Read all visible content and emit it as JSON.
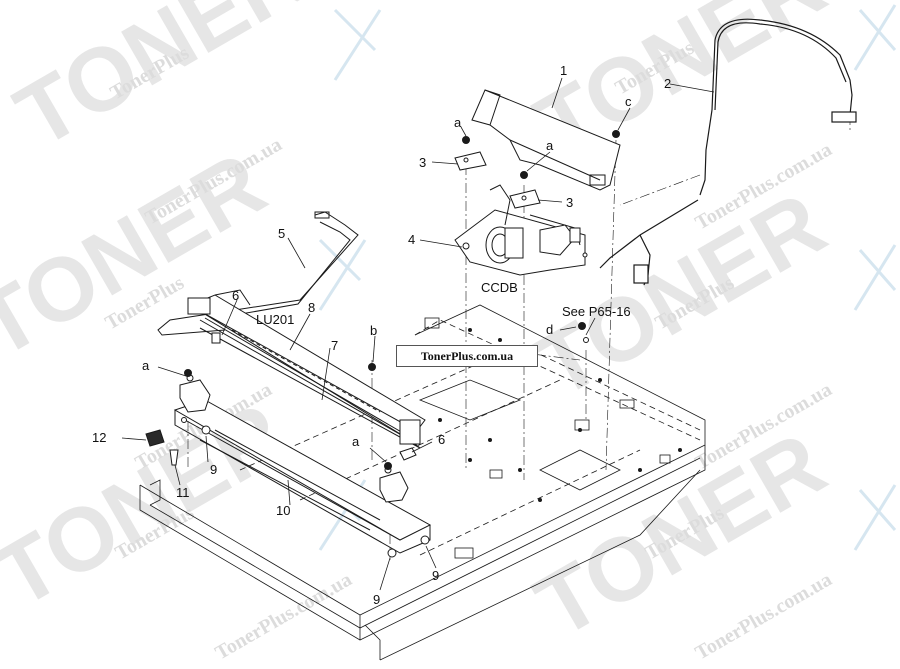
{
  "watermark": {
    "brand": "TONER",
    "site": "TonerPlus.com.ua",
    "site_short": "TonerPlus",
    "badge": "TonerPlus.com.ua"
  },
  "callouts": {
    "c1": "1",
    "c2": "2",
    "c3a": "3",
    "c3b": "3",
    "c4": "4",
    "c5": "5",
    "c6a": "6",
    "c6b": "6",
    "c7": "7",
    "c8": "8",
    "c9a": "9",
    "c9b": "9",
    "c9c": "9",
    "c10": "10",
    "c11": "11",
    "c12": "12",
    "a1": "a",
    "a2": "a",
    "a3": "a",
    "a4": "a",
    "b": "b",
    "c": "c",
    "d": "d",
    "ccdb": "CCDB",
    "lu201": "LU201",
    "see": "See P65-16"
  },
  "colors": {
    "line": "#1a1a1a",
    "watermark": "#dcdcdc"
  }
}
